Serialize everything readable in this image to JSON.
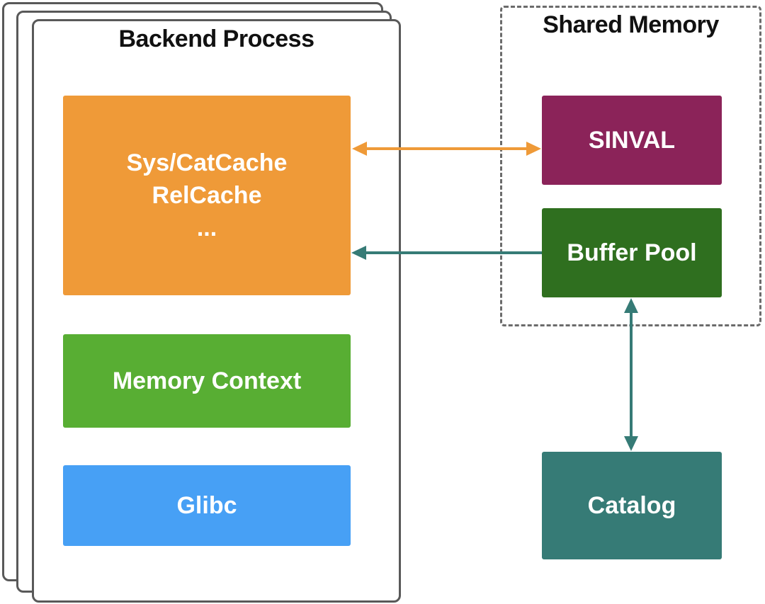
{
  "backend": {
    "title": "Backend Process",
    "cache_lines": [
      "Sys/CatCache",
      "RelCache",
      "..."
    ],
    "memory_context_label": "Memory Context",
    "glibc_label": "Glibc"
  },
  "shared_memory": {
    "title": "Shared Memory",
    "sinval_label": "SINVAL",
    "buffer_pool_label": "Buffer Pool"
  },
  "catalog_label": "Catalog",
  "colors": {
    "cache": "#ef9a38",
    "memory_context": "#58ae33",
    "glibc": "#47a0f5",
    "sinval": "#8b2359",
    "buffer_pool": "#2f6f1f",
    "catalog": "#367b76",
    "arrow_orange": "#ef9a38",
    "arrow_teal": "#367b76"
  }
}
